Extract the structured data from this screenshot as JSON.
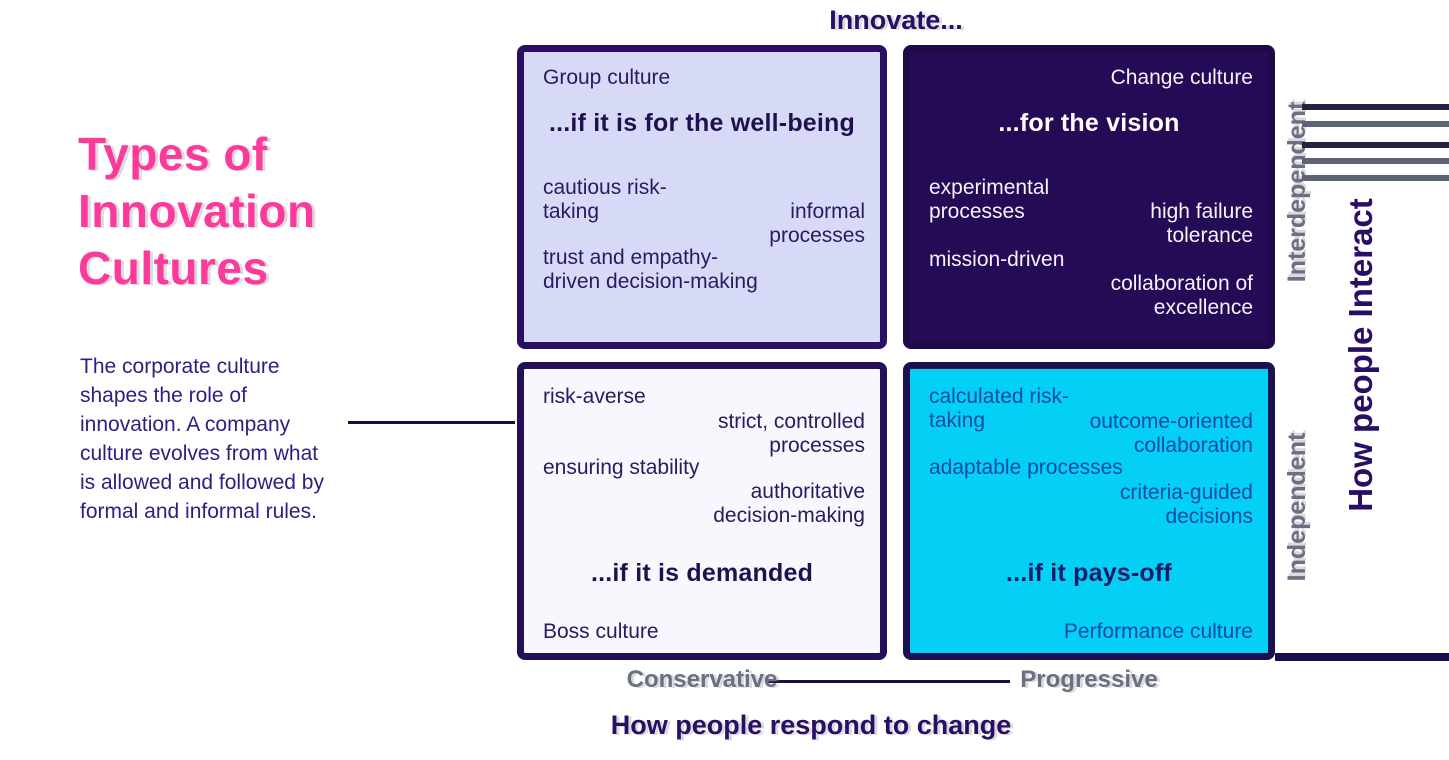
{
  "title": {
    "text": "Types of\nInnovation\nCultures"
  },
  "description": {
    "text": "The corporate culture\nshapes the role of\ninnovation. A company\nculture evolves from what\nis allowed and followed by\nformal and informal rules."
  },
  "axes": {
    "top_label": "Innovate...",
    "bottom_title": "How people respond to change",
    "bottom_left_label": "Conservative",
    "bottom_right_label": "Progressive",
    "right_title": "How people Interact",
    "right_top_label": "Interdependent",
    "right_bottom_label": "Independent"
  },
  "quadrants": {
    "top_left": {
      "culture": "Group culture",
      "statement": "...if it is for the well-being",
      "items": [
        {
          "text": "cautious risk-\ntaking"
        },
        {
          "text": "informal\nprocesses"
        },
        {
          "text": "trust and empathy-\ndriven decision-making"
        }
      ]
    },
    "top_right": {
      "culture": "Change culture",
      "statement": "...for the vision",
      "items": [
        {
          "text": "experimental\nprocesses"
        },
        {
          "text": "high failure\ntolerance"
        },
        {
          "text": "mission-driven"
        },
        {
          "text": "collaboration of\nexcellence"
        }
      ]
    },
    "bottom_left": {
      "culture": "Boss culture",
      "statement": "...if it is demanded",
      "items": [
        {
          "text": "risk-averse"
        },
        {
          "text": "strict, controlled\nprocesses"
        },
        {
          "text": "ensuring stability"
        },
        {
          "text": "authoritative\ndecision-making"
        }
      ]
    },
    "bottom_right": {
      "culture": "Performance culture",
      "statement": "...if it pays-off",
      "items": [
        {
          "text": "calculated risk-\ntaking"
        },
        {
          "text": "outcome-oriented\ncollaboration"
        },
        {
          "text": "adaptable processes"
        },
        {
          "text": "criteria-guided\ndecisions"
        }
      ]
    }
  },
  "colors": {
    "title_pink": "#FB3A9B",
    "axis_label_purple": "#2A0E66",
    "side_label_gray": "#6A7080",
    "description_indigo": "#2E2082",
    "quadrant_border_indigo": "#2B0E62",
    "top_left_bg": "#D7DAF7",
    "top_right_bg": "#250A56",
    "bottom_left_bg": "#F7F7FD",
    "bottom_right_bg": "#04D0F6",
    "bottom_right_text_blue": "#0B4AA6",
    "body_text_navy": "#2A1A5E",
    "statement_navy": "#131A66"
  }
}
